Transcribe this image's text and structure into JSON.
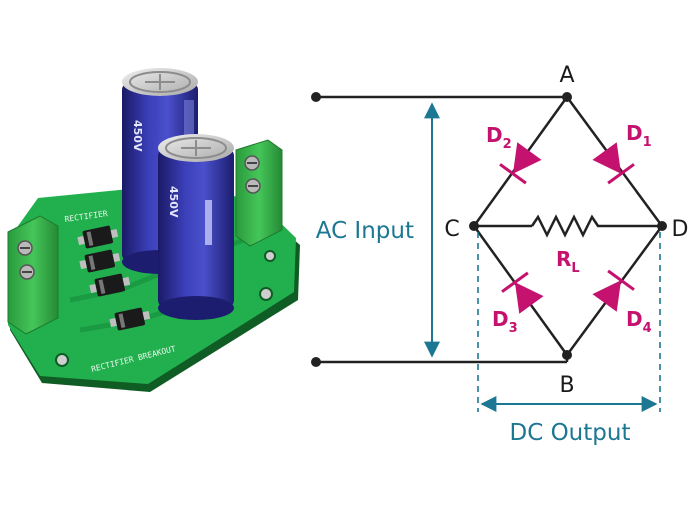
{
  "board": {
    "silkscreen_label": "RECTIFIER BREAKOUT",
    "header_silk": "RECTIFIER"
  },
  "circuit": {
    "nodes": {
      "a": "A",
      "b": "B",
      "c": "C",
      "d": "D"
    },
    "diodes": {
      "d1": {
        "letter": "D",
        "sub": "1"
      },
      "d2": {
        "letter": "D",
        "sub": "2"
      },
      "d3": {
        "letter": "D",
        "sub": "3"
      },
      "d4": {
        "letter": "D",
        "sub": "4"
      }
    },
    "load": {
      "letter": "R",
      "sub": "L"
    },
    "ac_input_label": "AC Input",
    "dc_output_label": "DC Output",
    "colors": {
      "wire": "#222222",
      "diode": "#c4126e",
      "dimension": "#1c7793",
      "pcb": "#22b04f"
    }
  }
}
